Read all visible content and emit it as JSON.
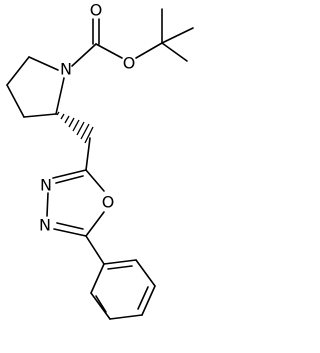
{
  "molecule": {
    "atoms": {
      "ring_n": "N",
      "carbonyl_o": "O",
      "ester_o": "O",
      "oxadiazole_o": "O",
      "oxadiazole_n_upper": "N",
      "oxadiazole_n_lower": "N"
    },
    "colors": {
      "bond": "#000000",
      "label": "#000000",
      "background": "#ffffff"
    }
  }
}
